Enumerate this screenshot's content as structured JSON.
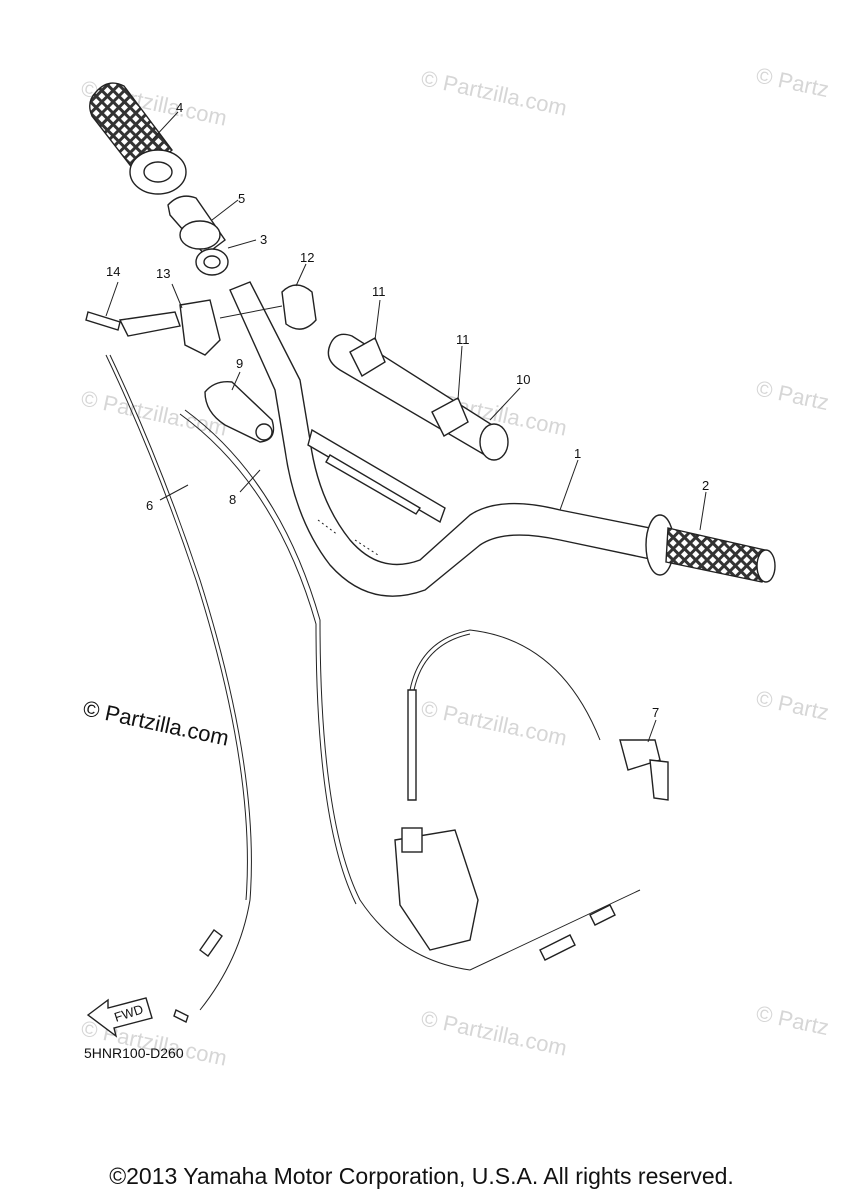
{
  "watermark": {
    "text": "© Partzilla.com",
    "text_cut": "© Partz",
    "large_text": "© Partzilla.com"
  },
  "diagram_code": "5HNR100-D260",
  "fwd_label": "FWD",
  "callouts": [
    "1",
    "2",
    "3",
    "4",
    "5",
    "6",
    "7",
    "8",
    "9",
    "10",
    "11",
    "11",
    "12",
    "13",
    "14"
  ],
  "copyright": "©2013 Yamaha Motor Corporation, U.S.A. All rights reserved."
}
